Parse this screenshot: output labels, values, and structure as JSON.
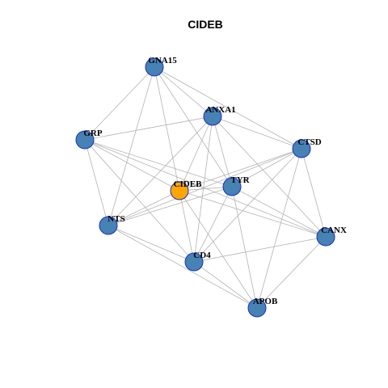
{
  "title": "CIDEB",
  "colors": {
    "background": "#ffffff",
    "node": "#4682b4",
    "center": "#ffa500",
    "edge": "#b3b3b3",
    "node_border": "#1c2fbf"
  },
  "nodes": [
    {
      "id": "GNA15",
      "label": "GNA15"
    },
    {
      "id": "ANXA1",
      "label": "ANXA1"
    },
    {
      "id": "GRP",
      "label": "GRP"
    },
    {
      "id": "CTSD",
      "label": "CTSD"
    },
    {
      "id": "CIDEB",
      "label": "CIDEB",
      "center": true
    },
    {
      "id": "TYR",
      "label": "TYR"
    },
    {
      "id": "NTS",
      "label": "NTS"
    },
    {
      "id": "CANX",
      "label": "CANX"
    },
    {
      "id": "CD4",
      "label": "CD4"
    },
    {
      "id": "APOB",
      "label": "APOB"
    }
  ],
  "edges": [
    [
      "GNA15",
      "ANXA1"
    ],
    [
      "GNA15",
      "CTSD"
    ],
    [
      "GNA15",
      "TYR"
    ],
    [
      "GNA15",
      "CIDEB"
    ],
    [
      "GNA15",
      "NTS"
    ],
    [
      "GNA15",
      "GRP"
    ],
    [
      "ANXA1",
      "GRP"
    ],
    [
      "ANXA1",
      "CTSD"
    ],
    [
      "ANXA1",
      "TYR"
    ],
    [
      "ANXA1",
      "CIDEB"
    ],
    [
      "ANXA1",
      "CD4"
    ],
    [
      "ANXA1",
      "CANX"
    ],
    [
      "ANXA1",
      "NTS"
    ],
    [
      "GRP",
      "CIDEB"
    ],
    [
      "GRP",
      "TYR"
    ],
    [
      "GRP",
      "NTS"
    ],
    [
      "GRP",
      "CD4"
    ],
    [
      "GRP",
      "CANX"
    ],
    [
      "CTSD",
      "CIDEB"
    ],
    [
      "CTSD",
      "TYR"
    ],
    [
      "CTSD",
      "NTS"
    ],
    [
      "CTSD",
      "CD4"
    ],
    [
      "CTSD",
      "CANX"
    ],
    [
      "CTSD",
      "APOB"
    ],
    [
      "CIDEB",
      "TYR"
    ],
    [
      "CIDEB",
      "NTS"
    ],
    [
      "CIDEB",
      "CD4"
    ],
    [
      "CIDEB",
      "CANX"
    ],
    [
      "CIDEB",
      "APOB"
    ],
    [
      "TYR",
      "NTS"
    ],
    [
      "TYR",
      "CD4"
    ],
    [
      "TYR",
      "CANX"
    ],
    [
      "TYR",
      "APOB"
    ],
    [
      "NTS",
      "CD4"
    ],
    [
      "NTS",
      "APOB"
    ],
    [
      "CANX",
      "CD4"
    ],
    [
      "CANX",
      "APOB"
    ],
    [
      "CD4",
      "APOB"
    ]
  ]
}
